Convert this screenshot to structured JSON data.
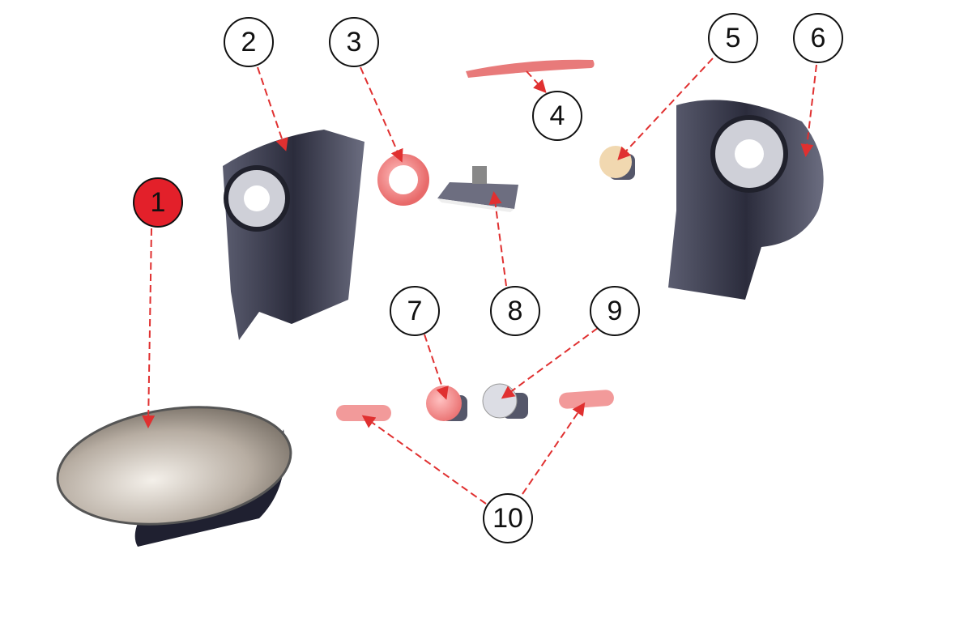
{
  "diagram": {
    "callouts": [
      {
        "number": "1",
        "highlighted": true
      },
      {
        "number": "2"
      },
      {
        "number": "3"
      },
      {
        "number": "4"
      },
      {
        "number": "5"
      },
      {
        "number": "6"
      },
      {
        "number": "7"
      },
      {
        "number": "8"
      },
      {
        "number": "9"
      },
      {
        "number": "10"
      }
    ],
    "colors": {
      "highlight": "#e3202a",
      "leader": "#e03030",
      "part_red": "#f08a8a"
    }
  }
}
